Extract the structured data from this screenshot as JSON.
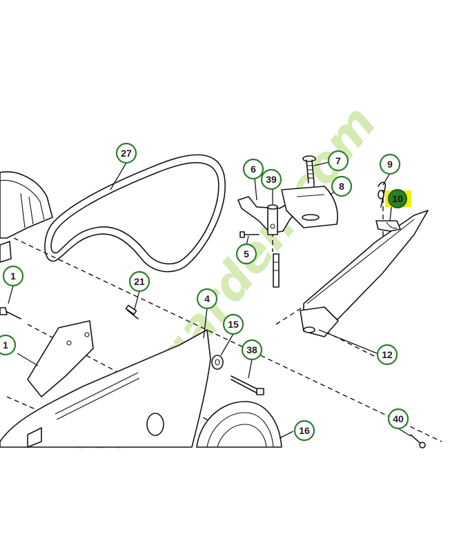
{
  "watermark": {
    "text": "foretgarden.com",
    "colors": {
      "green": "#c8e6a0",
      "orange": "#f6c58e",
      "grey": "#d2cdc2"
    }
  },
  "callout_colors": {
    "ring": "#2d7d2d",
    "highlight_fill": "#2a7f1f",
    "highlight_marker": "#f4f000"
  },
  "callouts": [
    {
      "id": "27",
      "label": "27",
      "highlighted": false
    },
    {
      "id": "6",
      "label": "6",
      "highlighted": false
    },
    {
      "id": "39",
      "label": "39",
      "highlighted": false
    },
    {
      "id": "7",
      "label": "7",
      "highlighted": false
    },
    {
      "id": "8",
      "label": "8",
      "highlighted": false
    },
    {
      "id": "9",
      "label": "9",
      "highlighted": false
    },
    {
      "id": "10",
      "label": "10",
      "highlighted": true
    },
    {
      "id": "5",
      "label": "5",
      "highlighted": false
    },
    {
      "id": "1a",
      "label": "1",
      "highlighted": false
    },
    {
      "id": "21",
      "label": "21",
      "highlighted": false
    },
    {
      "id": "4",
      "label": "4",
      "highlighted": false
    },
    {
      "id": "15",
      "label": "15",
      "highlighted": false
    },
    {
      "id": "1b",
      "label": "1",
      "highlighted": false
    },
    {
      "id": "38",
      "label": "38",
      "highlighted": false
    },
    {
      "id": "12",
      "label": "12",
      "highlighted": false
    },
    {
      "id": "16",
      "label": "16",
      "highlighted": false
    },
    {
      "id": "40",
      "label": "40",
      "highlighted": false
    }
  ]
}
